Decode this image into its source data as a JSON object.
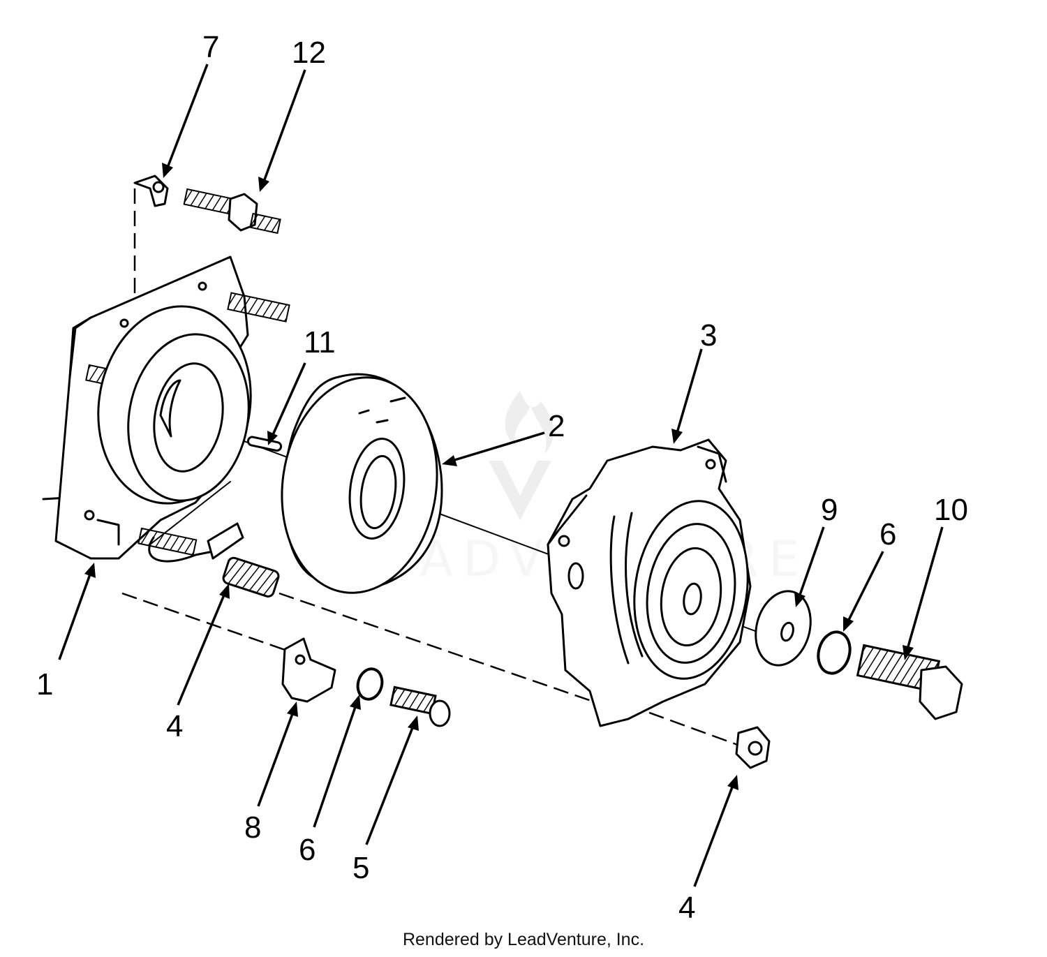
{
  "diagram": {
    "callouts": [
      {
        "id": "7a",
        "label": "7"
      },
      {
        "id": "12",
        "label": "12"
      },
      {
        "id": "11",
        "label": "11"
      },
      {
        "id": "3",
        "label": "3"
      },
      {
        "id": "2",
        "label": "2"
      },
      {
        "id": "9",
        "label": "9"
      },
      {
        "id": "6a",
        "label": "6"
      },
      {
        "id": "10",
        "label": "10"
      },
      {
        "id": "1",
        "label": "1"
      },
      {
        "id": "4a",
        "label": "4"
      },
      {
        "id": "8",
        "label": "8"
      },
      {
        "id": "6b",
        "label": "6"
      },
      {
        "id": "5",
        "label": "5"
      },
      {
        "id": "4b",
        "label": "4"
      }
    ],
    "watermark_text": "LEADVENTURE",
    "footer": "Rendered by LeadVenture, Inc."
  }
}
